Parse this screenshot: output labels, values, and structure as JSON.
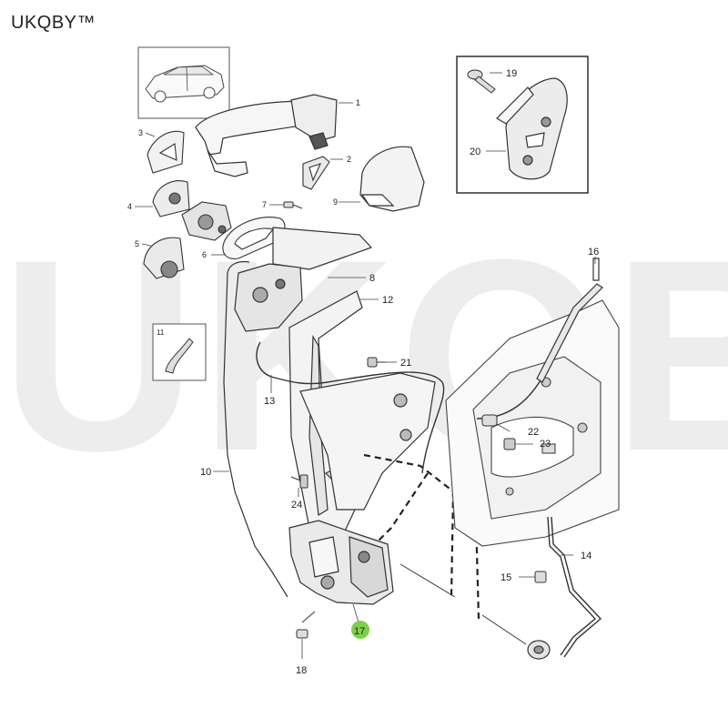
{
  "brand": {
    "name": "UKQBY™"
  },
  "watermark": {
    "text": "UKQBY™"
  },
  "colors": {
    "highlight": "#7ecf4a",
    "line": "#333333",
    "part_fill": "#f4f4f4"
  },
  "callouts": {
    "c1": "1",
    "c2": "2",
    "c3": "3",
    "c4": "4",
    "c5": "5",
    "c6": "6",
    "c7": "7",
    "c8": "8",
    "c9": "9",
    "c10": "10",
    "c11": "11",
    "c12": "12",
    "c13": "13",
    "c14": "14",
    "c15": "15",
    "c16": "16",
    "c17": "17",
    "c18": "18",
    "c19": "19",
    "c20": "20",
    "c21": "21",
    "c22": "22",
    "c23": "23",
    "c24": "24"
  }
}
